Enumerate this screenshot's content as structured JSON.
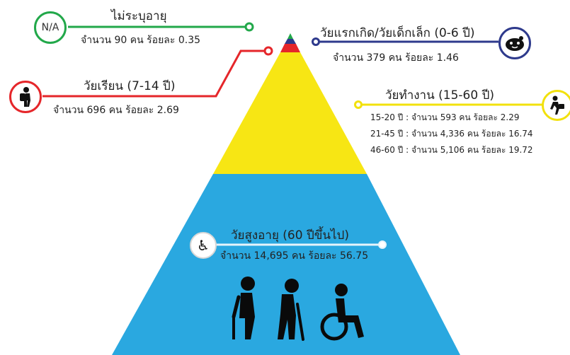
{
  "groups": {
    "na": {
      "title": "ไม่ระบุอายุ",
      "detail": "จำนวน 90 คน ร้อยละ 0.35",
      "icon_text": "N/A",
      "color": "#22a84a"
    },
    "infant": {
      "title": "วัยแรกเกิด/วัยเด็กเล็ก (0-6 ปี)",
      "detail": "จำนวน 379 คน ร้อยละ 1.46",
      "icon": "baby-icon",
      "color": "#2e3a8c"
    },
    "student": {
      "title": "วัยเรียน (7-14 ปี)",
      "detail": "จำนวน 696 คน ร้อยละ 2.69",
      "icon": "student-icon",
      "color": "#e5262a"
    },
    "working": {
      "title": "วัยทำงาน (15-60 ปี)",
      "icon": "worker-icon",
      "color": "#f2e10c",
      "rows": [
        "15-20 ปี : จำนวน 593 คน ร้อยละ 2.29",
        "21-45 ปี : จำนวน 4,336 คน ร้อยละ 16.74",
        "46-60 ปี : จำนวน 5,106 คน ร้อยละ 19.72"
      ]
    },
    "elderly": {
      "title": "วัยสูงอายุ (60 ปีขึ้นไป)",
      "detail": "จำนวน 14,695 คน ร้อยละ 56.75",
      "icon": "wheelchair-icon",
      "color": "#2aa8e0"
    }
  }
}
